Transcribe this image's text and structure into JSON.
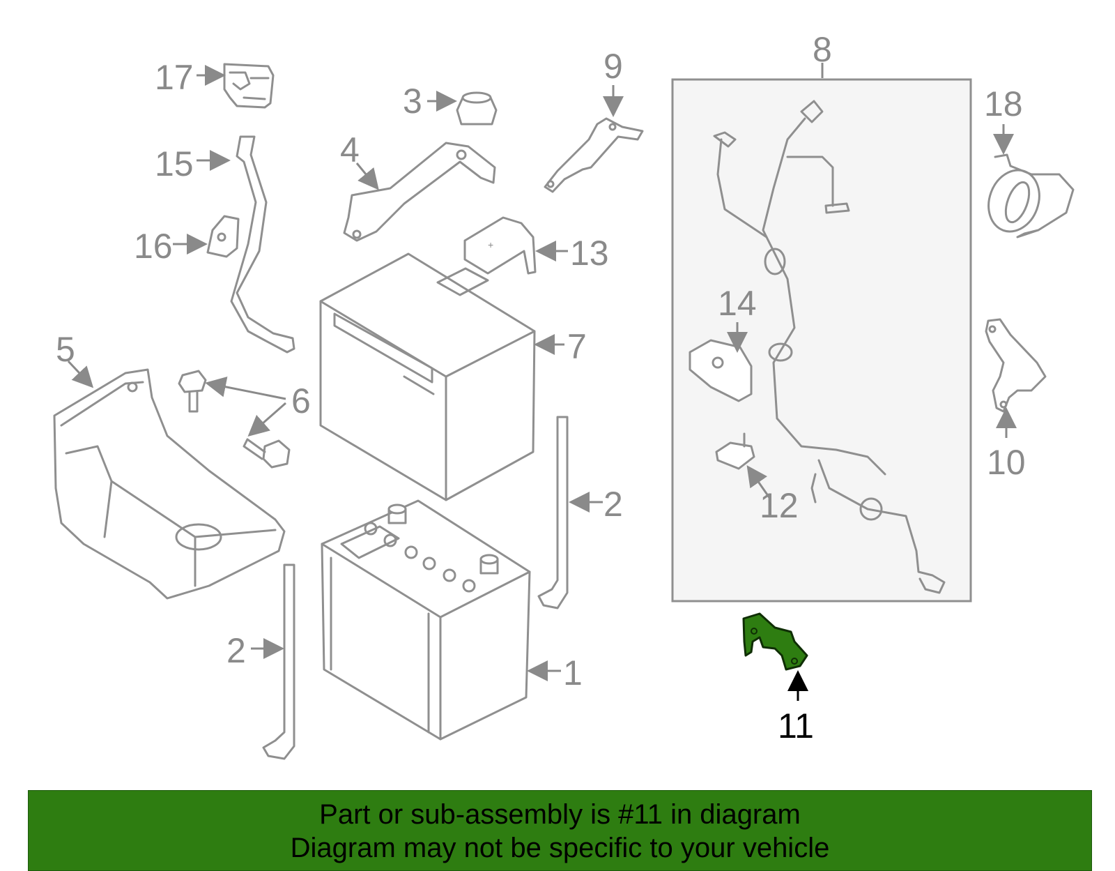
{
  "labels": {
    "p1": "1",
    "p2a": "2",
    "p2b": "2",
    "p3": "3",
    "p4": "4",
    "p5": "5",
    "p6": "6",
    "p7": "7",
    "p8": "8",
    "p9": "9",
    "p10": "10",
    "p11": "11",
    "p12": "12",
    "p13": "13",
    "p14": "14",
    "p15": "15",
    "p16": "16",
    "p17": "17",
    "p18": "18"
  },
  "highlighted_part": "11",
  "colors": {
    "highlight": "#2e7d11",
    "banner": "#2e7d11",
    "part_line": "#8f8f8f",
    "label": "#8a8a8a"
  },
  "banner": {
    "line1": "Part or sub-assembly is #11 in diagram",
    "line2": "Diagram may not be specific to your vehicle"
  }
}
